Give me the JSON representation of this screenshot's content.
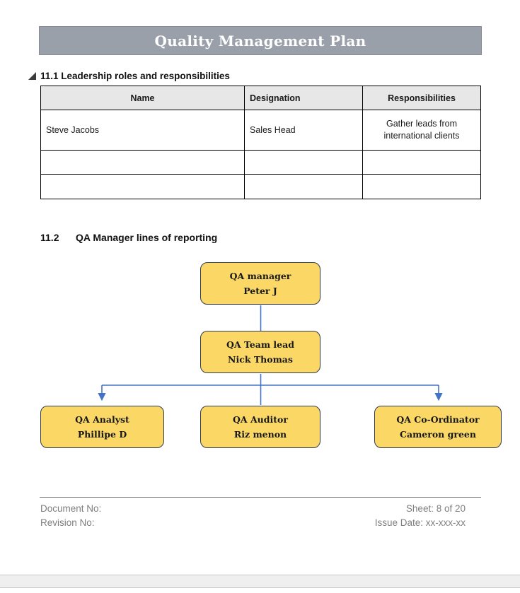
{
  "banner": {
    "title": "Quality Management Plan"
  },
  "sections": {
    "s1": {
      "title": "11.1 Leadership roles and responsibilities",
      "collapse_icon": "collapse-triangle"
    },
    "s2": {
      "number": "11.2",
      "title": "QA Manager lines of reporting"
    }
  },
  "table": {
    "headers": [
      "Name",
      "Designation",
      "Responsibilities"
    ],
    "rows": [
      [
        "Steve Jacobs",
        "Sales Head",
        "Gather leads from international clients"
      ],
      [
        "",
        "",
        ""
      ],
      [
        "",
        "",
        ""
      ]
    ]
  },
  "org_chart": {
    "nodes": [
      {
        "title": "QA manager",
        "name": "Peter J"
      },
      {
        "title": "QA Team lead",
        "name": "Nick Thomas"
      },
      {
        "title": "QA Analyst",
        "name": "Phillipe D"
      },
      {
        "title": "QA Auditor",
        "name": "Riz menon"
      },
      {
        "title": "QA Co-Ordinator",
        "name": "Cameron green"
      }
    ]
  },
  "footer": {
    "left": [
      "Document No:",
      "Revision No:"
    ],
    "right": [
      "Sheet: 8 of 20",
      "Issue Date: xx-xxx-xx"
    ]
  },
  "colors": {
    "banner_bg": "#9AA0A9",
    "table_header_bg": "#E7E7E7",
    "node_fill": "#FBD765",
    "node_border": "#2F3B52",
    "connector_blue": "#4472C4",
    "footer_text": "#7F7F7F"
  }
}
